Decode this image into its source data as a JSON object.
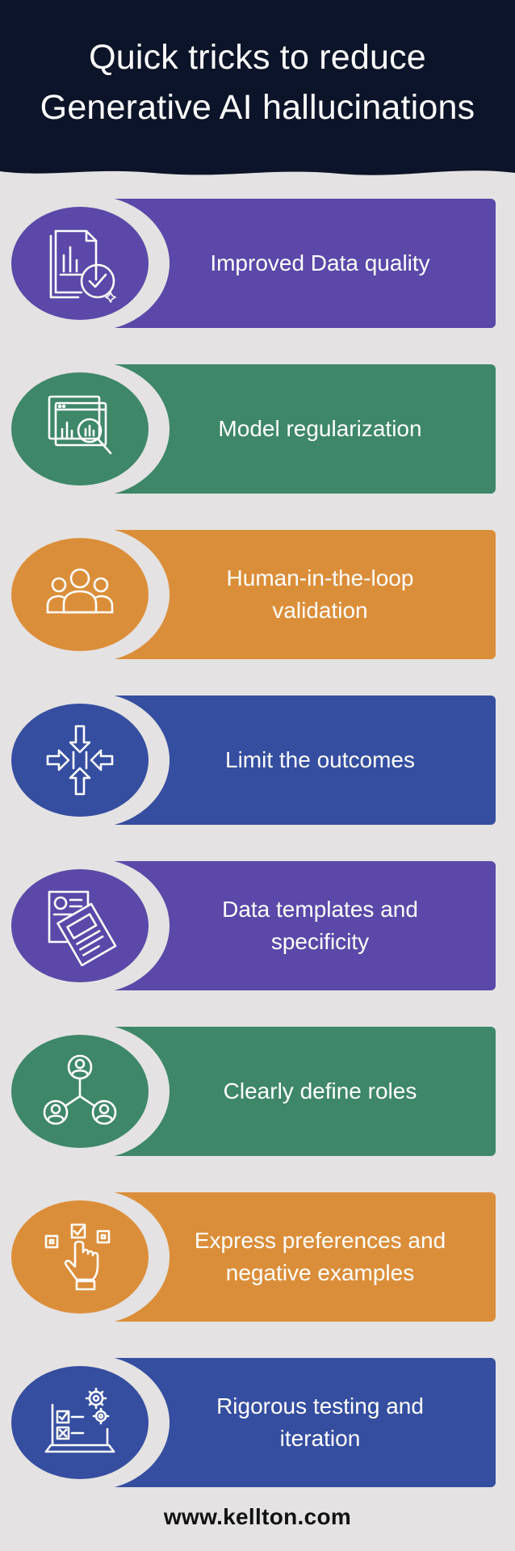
{
  "header": {
    "title_line1": "Quick tricks to reduce",
    "title_line2": "Generative AI hallucinations",
    "background_color": "#0b1428"
  },
  "colors": {
    "purple": "#5b48a8",
    "green": "#3e8769",
    "orange": "#db8e39",
    "blue": "#354ea0",
    "page_background": "#e4e2e2"
  },
  "cards": [
    {
      "line1": "Improved Data quality",
      "line2": "",
      "icon": "document-chart-check-icon",
      "color": "purple"
    },
    {
      "line1": "Model regularization",
      "line2": "",
      "icon": "chart-magnifier-icon",
      "color": "green"
    },
    {
      "line1": "Human-in-the-loop",
      "line2": "validation",
      "icon": "people-group-icon",
      "color": "orange"
    },
    {
      "line1": "Limit the outcomes",
      "line2": "",
      "icon": "converging-arrows-icon",
      "color": "blue"
    },
    {
      "line1": "Data templates and",
      "line2": "specificity",
      "icon": "document-template-icon",
      "color": "purple"
    },
    {
      "line1": "Clearly define roles",
      "line2": "",
      "icon": "role-network-icon",
      "color": "green"
    },
    {
      "line1": "Express preferences and",
      "line2": "negative examples",
      "icon": "hand-select-icon",
      "color": "orange"
    },
    {
      "line1": "Rigorous testing and",
      "line2": "iteration",
      "icon": "laptop-checklist-gears-icon",
      "color": "blue"
    }
  ],
  "footer": {
    "url": "www.kellton.com"
  }
}
